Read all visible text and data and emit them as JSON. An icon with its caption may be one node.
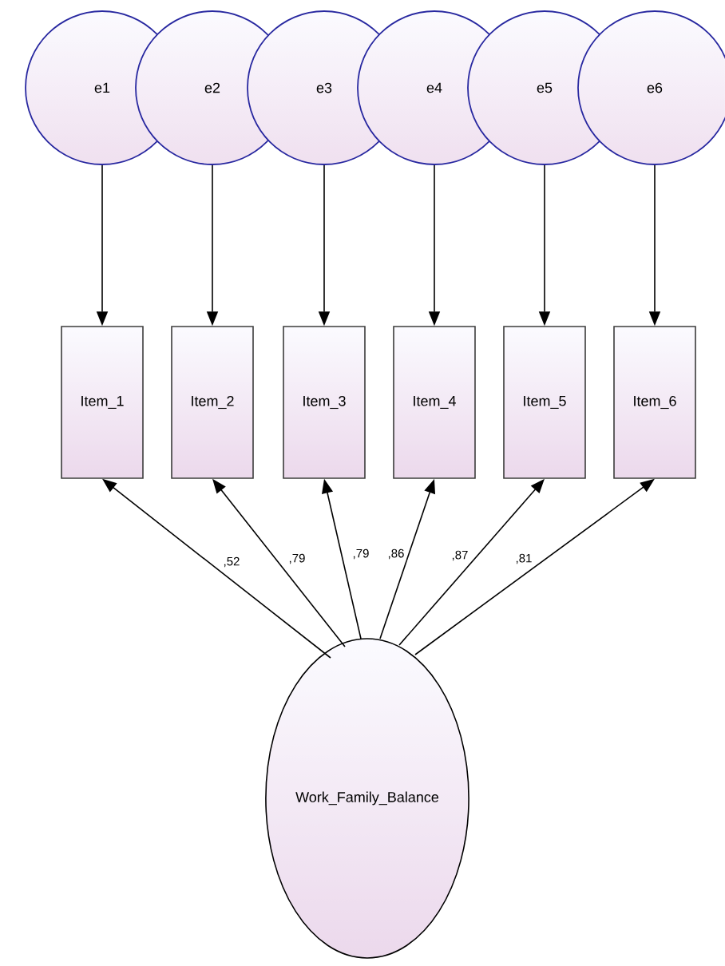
{
  "diagram": {
    "nodes": [
      {
        "text": [
          "e1"
        ]
      },
      {
        "text": [
          "e2"
        ]
      },
      {
        "text": [
          "e3"
        ]
      },
      {
        "text": [
          "e4"
        ]
      },
      {
        "text": [
          "e5"
        ]
      },
      {
        "text": [
          "e6"
        ]
      },
      {
        "text": [
          "Item_1"
        ]
      },
      {
        "text": [
          "Item_2"
        ]
      },
      {
        "text": [
          "Item_3"
        ]
      },
      {
        "text": [
          "Item_4"
        ]
      },
      {
        "text": [
          "Item_5"
        ]
      },
      {
        "text": [
          "Item_6"
        ]
      },
      {
        "text": [
          "Work_Family_Balance"
        ]
      }
    ],
    "edges": [
      {
        "from": 0,
        "to": 6,
        "arrow": "to"
      },
      {
        "from": 1,
        "to": 7,
        "arrow": "to"
      },
      {
        "from": 2,
        "to": 8,
        "arrow": "to"
      },
      {
        "from": 3,
        "to": 9,
        "arrow": "to"
      },
      {
        "from": 4,
        "to": 10,
        "arrow": "to"
      },
      {
        "from": 5,
        "to": 11,
        "arrow": "to"
      },
      {
        "from": 12,
        "to": 6,
        "arrow": "to",
        "label": ",52"
      },
      {
        "from": 12,
        "to": 7,
        "arrow": "to",
        "label": ",79"
      },
      {
        "from": 12,
        "to": 8,
        "arrow": "to",
        "label": ",79"
      },
      {
        "from": 12,
        "to": 9,
        "arrow": "to",
        "label": ",86"
      },
      {
        "from": 12,
        "to": 10,
        "arrow": "to",
        "label": ",87"
      },
      {
        "from": 12,
        "to": 11,
        "arrow": "to",
        "label": ",81"
      }
    ]
  }
}
